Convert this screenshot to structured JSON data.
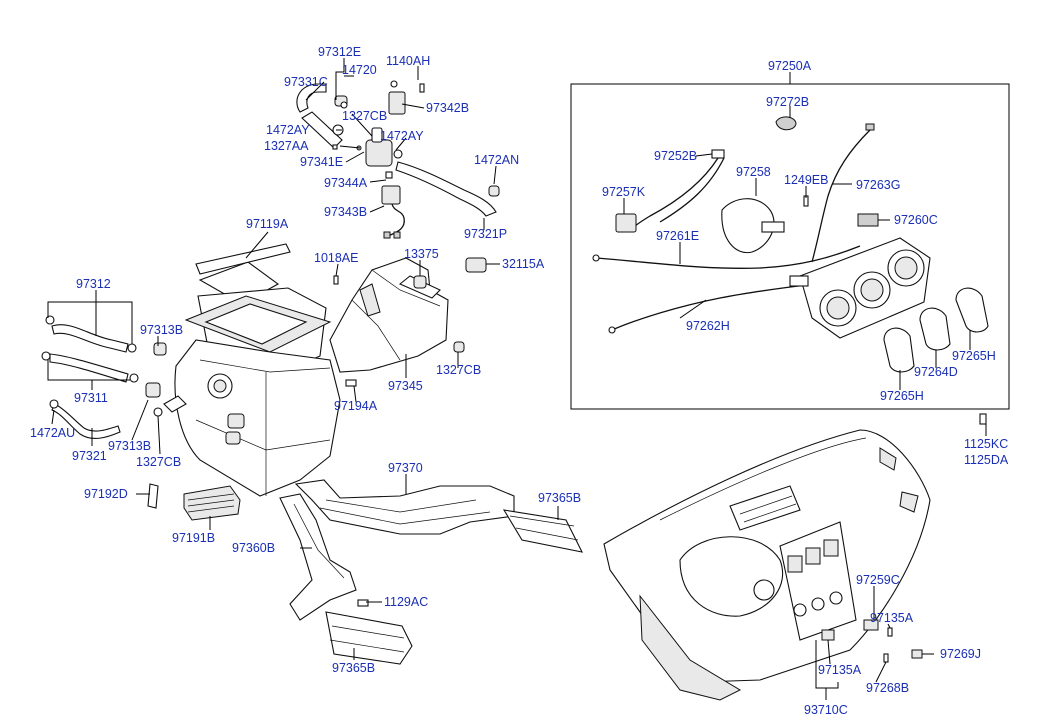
{
  "labels": {
    "l97312E": "97312E",
    "l14720": "14720",
    "l1140AH": "1140AH",
    "l97331C": "97331C",
    "l97342B": "97342B",
    "l1327CB_top": "1327CB",
    "l1472AY_a": "1472AY",
    "l1472AY_b": "1472AY",
    "l1327AA": "1327AA",
    "l97341E": "97341E",
    "l1472AN": "1472AN",
    "l97344A": "97344A",
    "l97343B": "97343B",
    "l97321P": "97321P",
    "l97119A": "97119A",
    "l1018AE": "1018AE",
    "l13375": "13375",
    "l32115A": "32115A",
    "l97312": "97312",
    "l97313B_a": "97313B",
    "l97311": "97311",
    "l1472AU": "1472AU",
    "l97313B_b": "97313B",
    "l97321": "97321",
    "l1327CB_bot": "1327CB",
    "l97345": "97345",
    "l1327CB_mid": "1327CB",
    "l97194A": "97194A",
    "l97192D": "97192D",
    "l97191B": "97191B",
    "l97370": "97370",
    "l97365B_a": "97365B",
    "l97360B": "97360B",
    "l1129AC": "1129AC",
    "l97365B_b": "97365B",
    "l97250A": "97250A",
    "l97272B": "97272B",
    "l97252B": "97252B",
    "l97258": "97258",
    "l1249EB": "1249EB",
    "l97263G": "97263G",
    "l97257K": "97257K",
    "l97260C": "97260C",
    "l97261E": "97261E",
    "l97262H": "97262H",
    "l97265H_a": "97265H",
    "l97264D": "97264D",
    "l97265H_b": "97265H",
    "l1125KC": "1125KC",
    "l1125DA": "1125DA",
    "l97259C": "97259C",
    "l97135A_a": "97135A",
    "l97269J": "97269J",
    "l97135A_b": "97135A",
    "l97268B": "97268B",
    "l93710C": "93710C"
  }
}
